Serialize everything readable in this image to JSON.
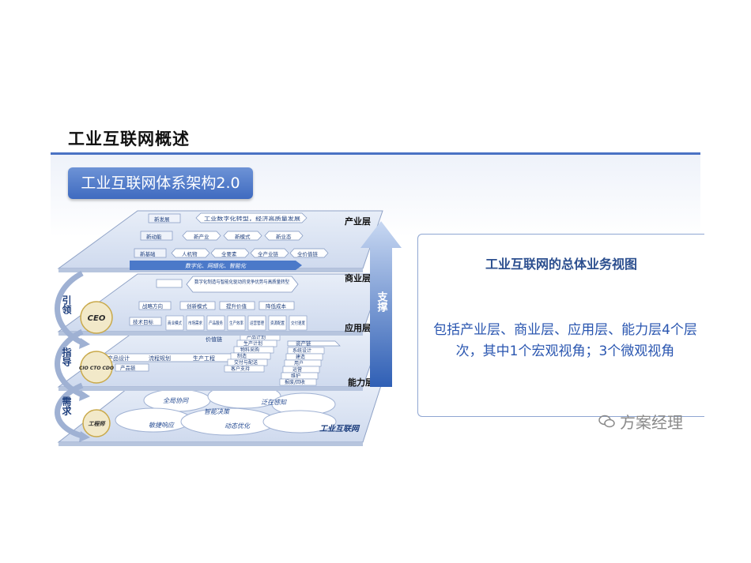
{
  "slide": {
    "title": "工业互联网概述"
  },
  "subtitle": "工业互联网体系架构2.0",
  "layers": {
    "industry": {
      "label": "产业层",
      "rows": [
        {
          "tag": "新发展",
          "items": [
            "工业数字化转型，经济高质量发展"
          ]
        },
        {
          "tag": "新动能",
          "items": [
            "新产业",
            "新模式",
            "新业态"
          ]
        },
        {
          "tag": "新基础",
          "items": [
            "人机物",
            "全要素",
            "全产业链",
            "全价值链"
          ]
        }
      ],
      "footer": "数字化、网络化、智能化"
    },
    "business": {
      "label": "商业层",
      "top": "数字化制造与智能化驱动的竞争优势与高质量转型",
      "rows": [
        {
          "tag": "战略方向",
          "items": [
            "创新模式",
            "提升价值",
            "降低成本"
          ]
        },
        {
          "tag": "技术目标",
          "items": [
            "商业模式",
            "市场需求",
            "产品服务",
            "生产效率",
            "运营管理",
            "资源配置",
            "交付速度"
          ]
        }
      ]
    },
    "application": {
      "label": "应用层",
      "value_chain": "价值链",
      "items": [
        "产品设计",
        "流程规划",
        "生产工程",
        "产品链"
      ],
      "mid_list": [
        "产品计划",
        "生产计划",
        "物料采购",
        "制造",
        "交付与配送",
        "客户支持"
      ],
      "asset_chain": "资产链",
      "right_list": [
        "系统设计",
        "建造",
        "用户",
        "运营",
        "维护",
        "报废/回收"
      ]
    },
    "capability": {
      "label": "能力层",
      "clouds": [
        "全局协同",
        "智能决策",
        "泛在感知",
        "敏捷响应",
        "动态优化"
      ],
      "footer": "工业互联网"
    }
  },
  "side": {
    "groups": [
      {
        "label": "引领",
        "role": "CEO"
      },
      {
        "label": "指导",
        "role": "CIO CTO CDO"
      },
      {
        "label": "需求",
        "role": "工程师"
      }
    ],
    "support": "支撑"
  },
  "info": {
    "title": "工业互联网的总体业务视图",
    "body": "包括产业层、商业层、应用层、能力层4个层次，其中1个宏观视角；3个微观视角"
  },
  "watermark": "方案经理",
  "colors": {
    "accent": "#4a72c4",
    "layer_fill": "#dfe7f5",
    "layer_edge": "#8fa2c6",
    "text_blue": "#2a56b0",
    "arrow": "#4b79c9"
  }
}
